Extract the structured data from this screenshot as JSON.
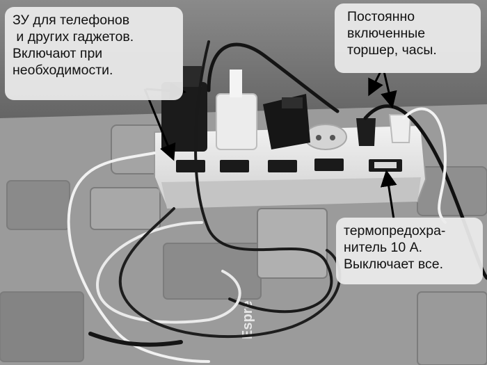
{
  "photo": {
    "subject": "power-strip-photo",
    "callouts": [
      {
        "lines": [
          "ЗУ для телефонов",
          " и других гаджетов.",
          "Включают при",
          "необходимости."
        ]
      },
      {
        "lines": [
          "Постоянно",
          "включенные",
          "торшер, часы."
        ]
      },
      {
        "lines": [
          "термопредохра-",
          "нитель 10 А.",
          "Выключает все."
        ]
      }
    ],
    "tablecloth_text": "Espre",
    "colors": {
      "callout_bg": "#ececec",
      "text": "#111111",
      "arrow": "#000000"
    }
  }
}
